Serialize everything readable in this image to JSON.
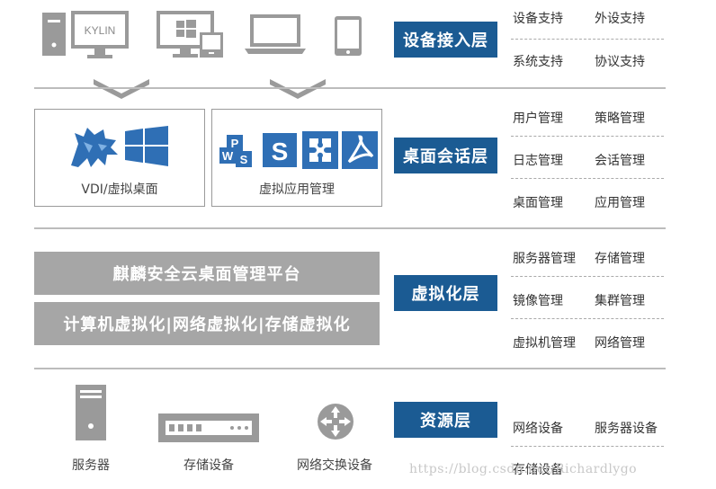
{
  "layers": {
    "device": {
      "title": "设备接入层",
      "items": [
        "设备支持",
        "外设支持",
        "系统支持",
        "协议支持"
      ],
      "desktop_label": "KYLIN"
    },
    "session": {
      "title": "桌面会话层",
      "items": [
        "用户管理",
        "策略管理",
        "日志管理",
        "会话管理",
        "桌面管理",
        "应用管理"
      ],
      "panel_left_caption": "VDI/虚拟桌面",
      "panel_right_caption": "虚拟应用管理"
    },
    "virtualization": {
      "title": "虚拟化层",
      "items": [
        "服务器管理",
        "存储管理",
        "镜像管理",
        "集群管理",
        "虚拟机管理",
        "网络管理"
      ],
      "bar_platform": "麒麟安全云桌面管理平台",
      "bar_virt": "计算机虚拟化|网络虚拟化|存储虚拟化"
    },
    "resource": {
      "title": "资源层",
      "items": [
        "网络设备",
        "服务器设备",
        "存储设备"
      ],
      "captions": [
        "服务器",
        "存储设备",
        "网络交换设备"
      ]
    }
  },
  "watermark": "https://blog.csdn.net/Richardlygo",
  "colors": {
    "badge": "#1b5b93",
    "icon_gray": "#9a9a9a",
    "bar_gray": "#a6a6a6",
    "ms_blue": "#2f6fb5"
  }
}
